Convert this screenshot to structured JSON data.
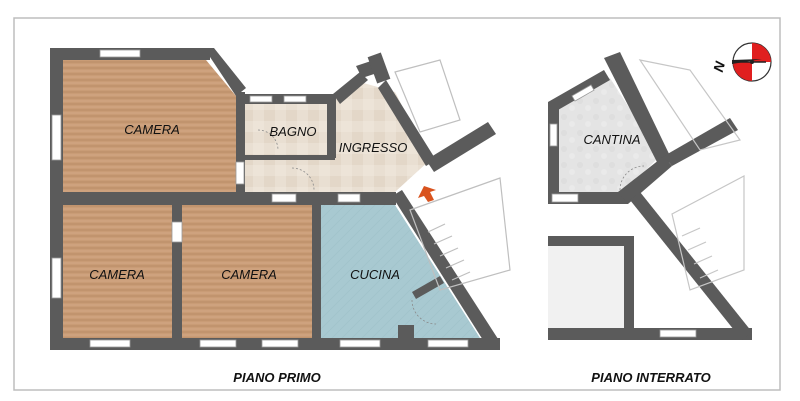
{
  "rooms": {
    "camera_top": "CAMERA",
    "bagno": "BAGNO",
    "ingresso": "INGRESSO",
    "camera_bottom_left": "CAMERA",
    "camera_bottom_mid": "CAMERA",
    "cucina": "CUCINA",
    "cantina": "CANTINA"
  },
  "floors": {
    "primo": "PIANO PRIMO",
    "interrato": "PIANO INTERRATO"
  },
  "compass": {
    "letter": "N"
  },
  "colors": {
    "wall": "#5b5b5b",
    "wood": "#c89a73",
    "tile_beige": "#e8ded1",
    "kitchen": "#a9cad2",
    "cantina": "#e3e3e3",
    "arrow": "#d9531e",
    "compass_red": "#e01f1f"
  }
}
